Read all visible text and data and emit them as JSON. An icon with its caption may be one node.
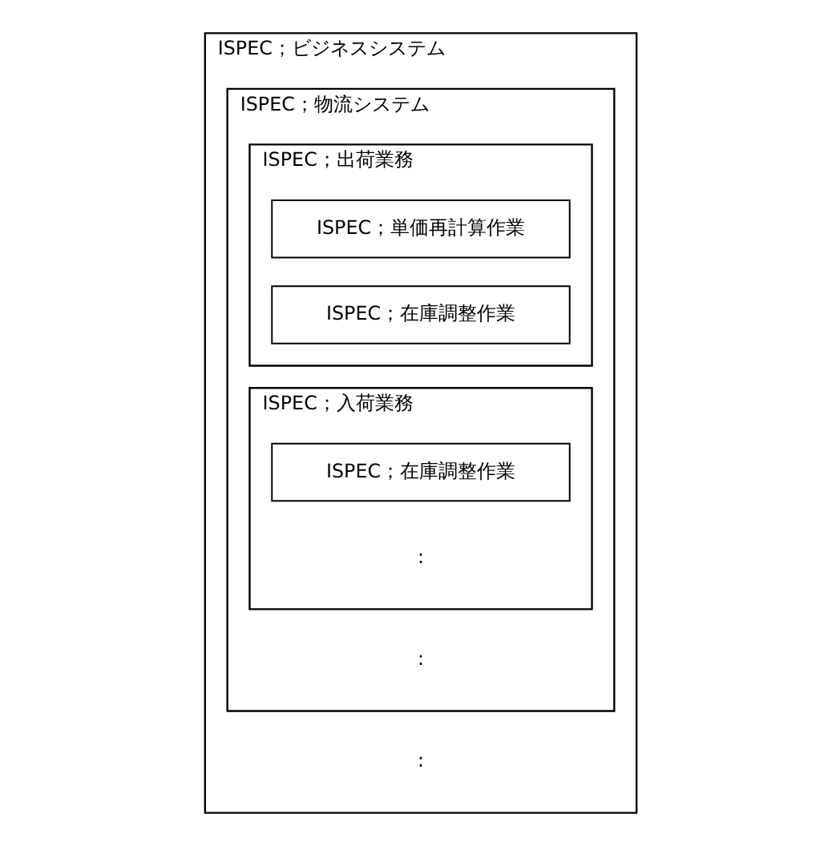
{
  "diagram": {
    "nodes": [
      {
        "text": [
          "ISPEC；ビジネスシステム"
        ]
      },
      {
        "text": [
          "ISPEC；物流システム"
        ],
        "in": 0
      },
      {
        "text": [
          "ISPEC；出荷業務"
        ],
        "in": 1
      },
      {
        "text": [
          "ISPEC；単価再計算作業"
        ],
        "in": 2
      },
      {
        "text": [
          "ISPEC；在庫調整作業"
        ],
        "in": 2
      },
      {
        "text": [
          "ISPEC；入荷業務"
        ],
        "in": 1
      },
      {
        "text": [
          "ISPEC；在庫調整作業"
        ],
        "in": 5
      }
    ],
    "labels": [
      ":",
      ":",
      ":"
    ]
  }
}
